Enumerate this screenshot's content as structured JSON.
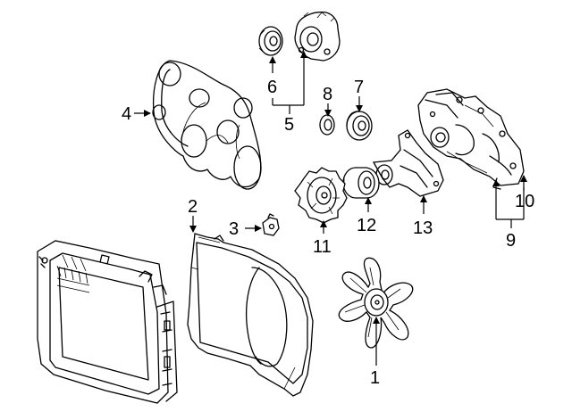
{
  "callouts": {
    "n1": "1",
    "n2": "2",
    "n3": "3",
    "n4": "4",
    "n5": "5",
    "n6": "6",
    "n7": "7",
    "n8": "8",
    "n9": "9",
    "n10": "10",
    "n11": "11",
    "n12": "12",
    "n13": "13"
  }
}
